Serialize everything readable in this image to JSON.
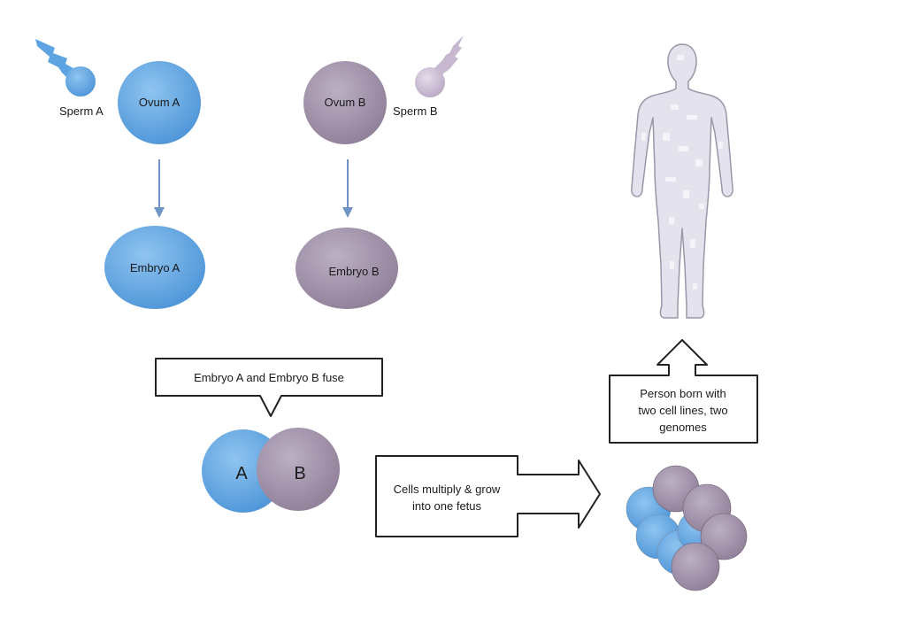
{
  "labels": {
    "sperm_a": "Sperm A",
    "ovum_a": "Ovum A",
    "embryo_a": "Embryo A",
    "ovum_b": "Ovum B",
    "sperm_b": "Sperm B",
    "embryo_b": "Embryo B",
    "cell_a": "A",
    "cell_b": "B"
  },
  "boxes": {
    "fuse": "Embryo A and Embryo B fuse",
    "multiply_line1": "Cells multiply & grow",
    "multiply_line2": "into one fetus",
    "person_line1": "Person born with",
    "person_line2": "two cell lines, two",
    "person_line3": "genomes"
  },
  "colors": {
    "blue_cell": "#6aaee6",
    "purple_cell": "#a898ae",
    "arrow": "#6f93c2",
    "body": "#e6e4ee"
  }
}
